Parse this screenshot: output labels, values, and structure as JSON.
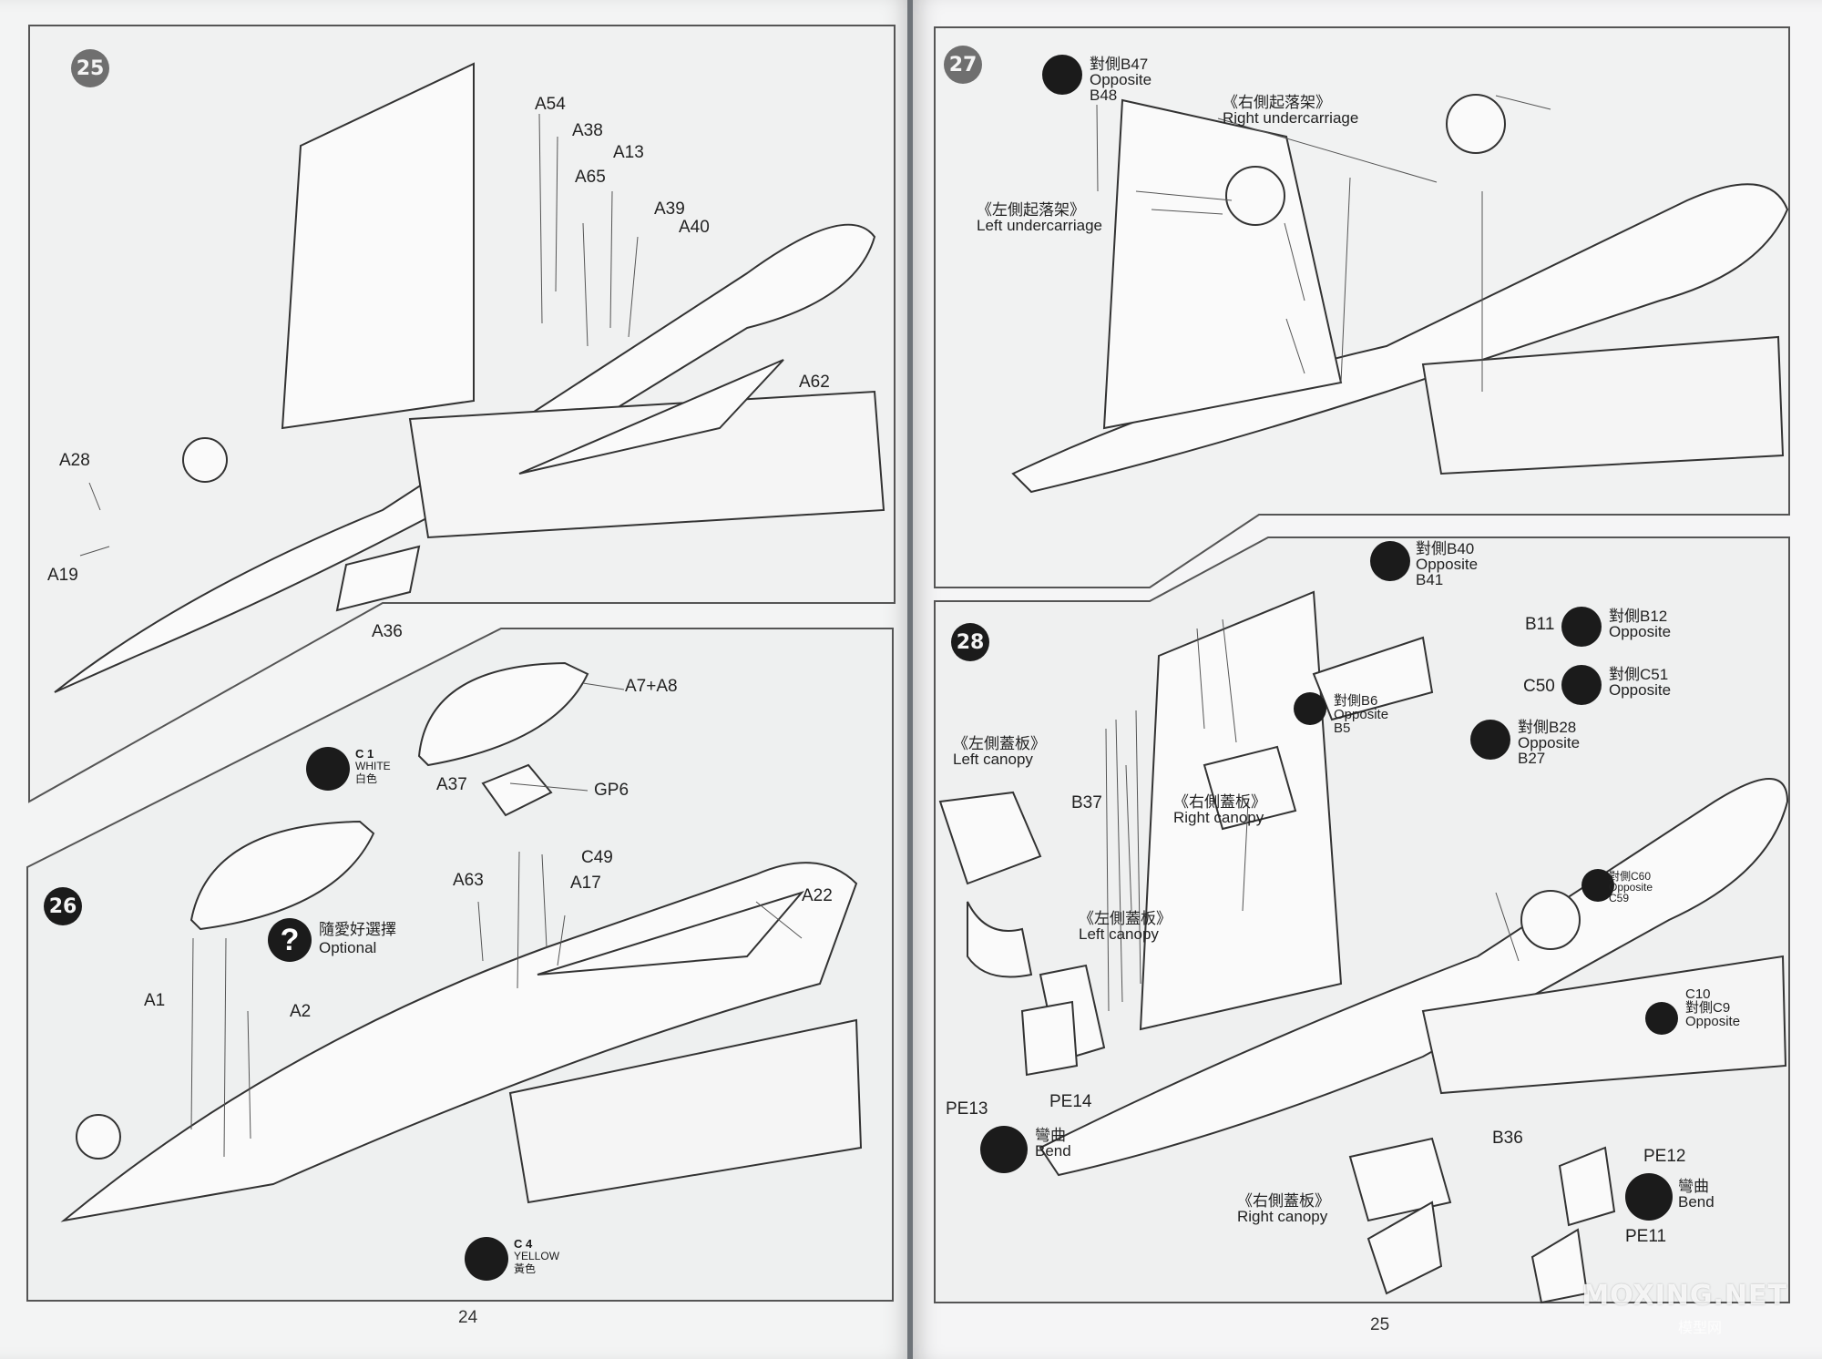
{
  "left_page": {
    "page_number": "24",
    "step25": {
      "number": "25",
      "parts": [
        "A54",
        "A38",
        "A65",
        "A13",
        "A39",
        "A40",
        "A62",
        "A28",
        "A19",
        "A36"
      ]
    },
    "step26": {
      "number": "26",
      "parts_top": [
        "A7+A8",
        "A37",
        "GP6"
      ],
      "parts_bottom": [
        "C49",
        "A63",
        "A17",
        "A22",
        "A1",
        "A2"
      ],
      "paint_white": {
        "code": "C 1",
        "name": "WHITE",
        "name_cjk": "白色"
      },
      "paint_yellow": {
        "code": "C 4",
        "name": "YELLOW",
        "name_cjk": "黃色"
      },
      "optional": {
        "cjk": "隨愛好選擇",
        "en": "Optional"
      }
    }
  },
  "right_page": {
    "page_number": "25",
    "step27": {
      "number": "27",
      "opposite_b47": {
        "cjk": "對側B47",
        "en": "Opposite",
        "part": "B48"
      },
      "right_undercarriage": {
        "cjk": "《右側起落架》",
        "en": "Right undercarriage"
      },
      "left_undercarriage": {
        "cjk": "《左側起落架》",
        "en": "Left undercarriage"
      }
    },
    "step28": {
      "number": "28",
      "opposite_b40": {
        "cjk": "對側B40",
        "en": "Opposite",
        "part": "B41"
      },
      "b11": "B11",
      "opposite_b12": {
        "cjk": "對側B12",
        "en": "Opposite"
      },
      "c50": "C50",
      "opposite_c51": {
        "cjk": "對側C51",
        "en": "Opposite"
      },
      "opposite_b6": {
        "cjk": "對側B6",
        "en": "Opposite",
        "part": "B5"
      },
      "opposite_b28": {
        "cjk": "對側B28",
        "en": "Opposite",
        "part": "B27"
      },
      "left_canopy_1": {
        "cjk": "《左側蓋板》",
        "en": "Left canopy"
      },
      "b37": "B37",
      "right_canopy_1": {
        "cjk": "《右側蓋板》",
        "en": "Right canopy"
      },
      "left_canopy_2": {
        "cjk": "《左側蓋板》",
        "en": "Left canopy"
      },
      "opposite_c60": {
        "cjk": "對側C60",
        "en": "Opposite",
        "part": "C59"
      },
      "c10": {
        "part": "C10",
        "cjk": "對側C9",
        "en": "Opposite"
      },
      "pe13": "PE13",
      "pe14": "PE14",
      "bend1": {
        "cjk": "彎曲",
        "en": "Bend"
      },
      "b36": "B36",
      "pe12": "PE12",
      "bend2": {
        "cjk": "彎曲",
        "en": "Bend"
      },
      "right_canopy_2": {
        "cjk": "《右側蓋板》",
        "en": "Right canopy"
      },
      "pe11": "PE11"
    },
    "watermark": {
      "main": "MOXING.NET",
      "sub": "模型网"
    }
  }
}
